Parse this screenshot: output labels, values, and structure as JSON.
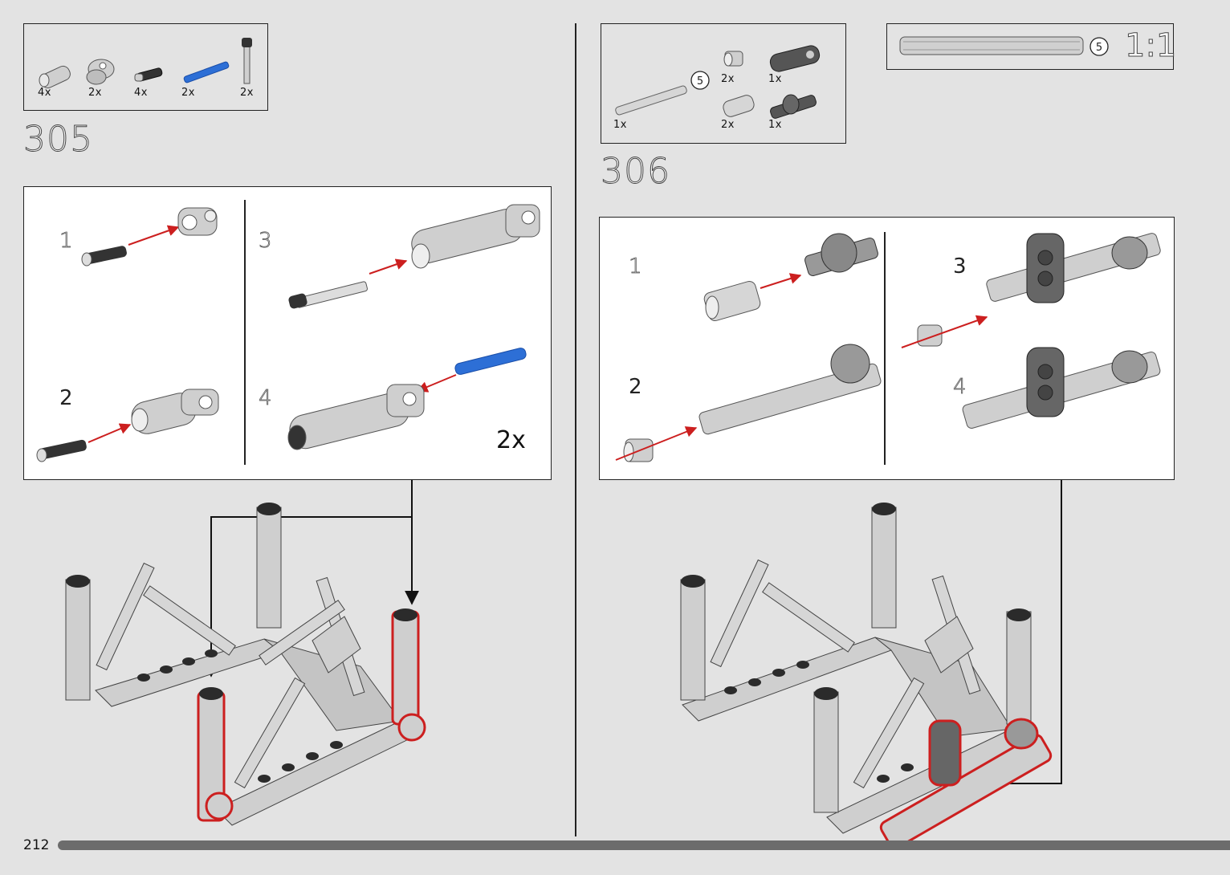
{
  "page": {
    "number": "212"
  },
  "step305": {
    "number": "305",
    "parts": [
      {
        "qty": "4x",
        "icon": "connector-icon"
      },
      {
        "qty": "2x",
        "icon": "pin-connector-icon"
      },
      {
        "qty": "4x",
        "icon": "pin-icon"
      },
      {
        "qty": "2x",
        "icon": "blue-axle-icon"
      },
      {
        "qty": "2x",
        "icon": "axle-with-stop-icon"
      }
    ],
    "substeps": [
      "1",
      "2",
      "3",
      "4"
    ],
    "multiplier": "2x"
  },
  "step306": {
    "number": "306",
    "parts": [
      {
        "qty": "1x",
        "icon": "axle-5-icon",
        "length": "5"
      },
      {
        "qty": "2x",
        "icon": "bush-icon"
      },
      {
        "qty": "1x",
        "icon": "dark-connector-icon"
      },
      {
        "qty": "2x",
        "icon": "axle-connector-icon"
      },
      {
        "qty": "1x",
        "icon": "axle-joint-icon"
      }
    ],
    "substeps": [
      "1",
      "2",
      "3",
      "4"
    ]
  },
  "scale_ruler": {
    "length": "5",
    "ratio": "1:1"
  },
  "colors": {
    "background": "#e3e3e3",
    "highlight": "#cc1f1f",
    "blue_part": "#2d6fd6",
    "page_bar": "#6c6c6c"
  }
}
